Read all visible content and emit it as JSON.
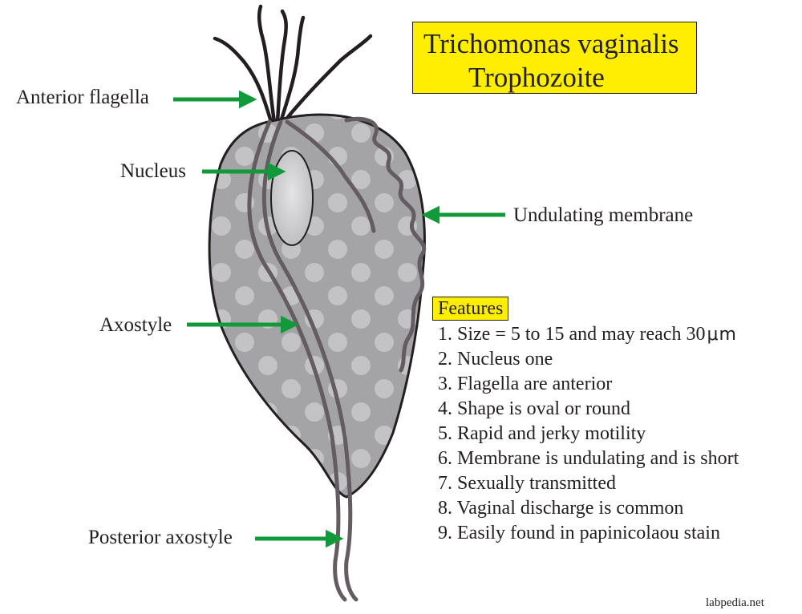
{
  "title": {
    "line1": "Trichomonas vaginalis",
    "line2": "Trophozoite"
  },
  "labels": {
    "anterior_flagella": "Anterior flagella",
    "nucleus": "Nucleus",
    "axostyle": "Axostyle",
    "posterior_axostyle": "Posterior axostyle",
    "undulating_membrane": "Undulating membrane"
  },
  "features": {
    "heading": "Features",
    "items": [
      "1. Size = 5 to 15 and may reach 30",
      "2.  Nucleus one",
      "3. Flagella are anterior",
      "4. Shape is oval or round",
      "5. Rapid and jerky motility",
      "6. Membrane is undulating and is short",
      "7. Sexually transmitted",
      "8. Vaginal discharge is common",
      "9. Easily found in papinicolaou stain"
    ],
    "size_unit": "μm"
  },
  "credit": "labpedia.net",
  "colors": {
    "cell_fill": "#a4a4a6",
    "cell_dots": "#c3c3c5",
    "outline": "#231f20",
    "axostyle": "#635c60",
    "arrow": "#129a3a",
    "title_bg": "#ffee00",
    "nucleus_fill": "#d6d6d8"
  }
}
